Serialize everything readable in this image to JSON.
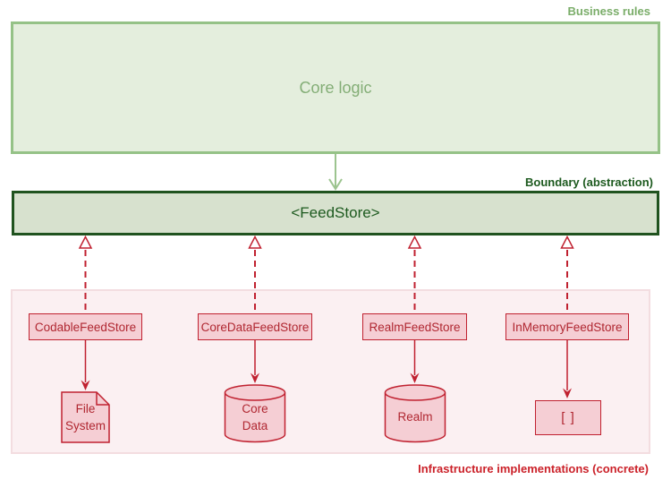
{
  "diagram": {
    "business_rules": {
      "label": "Business rules",
      "node": "Core logic"
    },
    "boundary": {
      "label": "Boundary (abstraction)",
      "node": "<FeedStore>"
    },
    "infrastructure": {
      "label": "Infrastructure implementations (concrete)"
    }
  },
  "implementations": [
    {
      "class_name": "CodableFeedStore",
      "store_type": "document",
      "store_label_lines": [
        "File",
        "System"
      ]
    },
    {
      "class_name": "CoreDataFeedStore",
      "store_type": "cylinder",
      "store_label_lines": [
        "Core",
        "Data"
      ]
    },
    {
      "class_name": "RealmFeedStore",
      "store_type": "cylinder",
      "store_label_lines": [
        "Realm"
      ]
    },
    {
      "class_name": "InMemoryFeedStore",
      "store_type": "rect",
      "store_label_lines": [
        "[ ]"
      ]
    }
  ],
  "edges": [
    {
      "from": "Core logic",
      "to": "<FeedStore>",
      "kind": "dependency",
      "line": "solid",
      "color": "green"
    },
    {
      "from": "CodableFeedStore",
      "to": "<FeedStore>",
      "kind": "realization",
      "line": "dashed",
      "color": "red"
    },
    {
      "from": "CoreDataFeedStore",
      "to": "<FeedStore>",
      "kind": "realization",
      "line": "dashed",
      "color": "red"
    },
    {
      "from": "RealmFeedStore",
      "to": "<FeedStore>",
      "kind": "realization",
      "line": "dashed",
      "color": "red"
    },
    {
      "from": "InMemoryFeedStore",
      "to": "<FeedStore>",
      "kind": "realization",
      "line": "dashed",
      "color": "red"
    },
    {
      "from": "CodableFeedStore",
      "to": "File System",
      "kind": "uses",
      "line": "solid",
      "color": "red"
    },
    {
      "from": "CoreDataFeedStore",
      "to": "Core Data",
      "kind": "uses",
      "line": "solid",
      "color": "red"
    },
    {
      "from": "RealmFeedStore",
      "to": "Realm",
      "kind": "uses",
      "line": "solid",
      "color": "red"
    },
    {
      "from": "InMemoryFeedStore",
      "to": "[ ]",
      "kind": "uses",
      "line": "solid",
      "color": "red"
    }
  ],
  "colors": {
    "green_label": "#7aad69",
    "green_box_border": "#95c287",
    "green_box_fill": "#e4eedd",
    "green_node_text": "#84ae77",
    "green_arrow": "#9cc48f",
    "dark_green_text": "#1d5a1f",
    "dark_green_border": "#20531f",
    "feedstore_fill": "#d7e1ce",
    "red_line": "#c02130",
    "red_node_fill": "#f5ced4",
    "red_node_text": "#b02731",
    "pink_panel_fill": "#fbf0f2",
    "pink_panel_border": "#f3dde0",
    "red_label": "#cb2129"
  }
}
